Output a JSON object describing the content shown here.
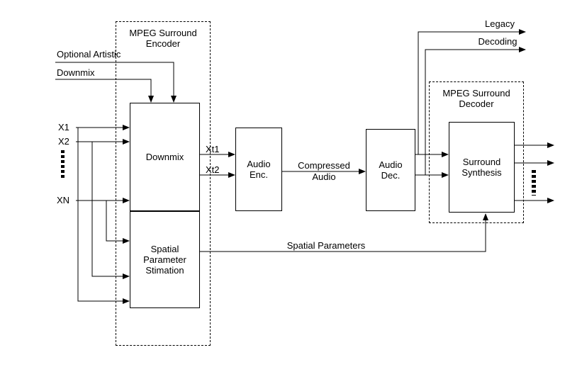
{
  "encoder": {
    "title": "MPEG Surround Encoder",
    "downmix_box": "Downmix",
    "spatial_box": "Spatial Parameter Stimation"
  },
  "decoder": {
    "title": "MPEG Surround Decoder",
    "synthesis_box": "Surround Synthesis"
  },
  "boxes": {
    "audio_enc": "Audio Enc.",
    "audio_dec": "Audio Dec."
  },
  "inputs": {
    "x1": "X1",
    "x2": "X2",
    "xn": "XN"
  },
  "labels": {
    "optional_artistic": "Optional Artistic",
    "downmix_arrow": "Downmix",
    "xt1": "Xt1",
    "xt2": "Xt2",
    "compressed_audio": "Compressed Audio",
    "legacy": "Legacy",
    "decoding": "Decoding",
    "spatial_parameters": "Spatial Parameters"
  },
  "colors": {
    "line": "#000000",
    "background": "#ffffff"
  }
}
